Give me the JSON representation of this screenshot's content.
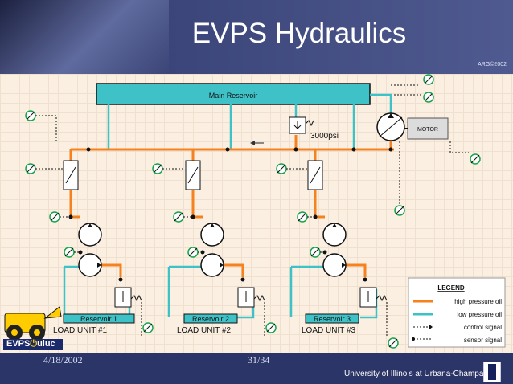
{
  "slide": {
    "title": "EVPS Hydraulics",
    "copyright": "ARG©2002",
    "date": "4/18/2002",
    "page": "31/34",
    "university": "University of Illinois at Urbana-Champaign"
  },
  "diagram": {
    "reservoir_main": "Main Reservoir",
    "relief_pressure": "3000psi",
    "motor": "MOTOR",
    "units": [
      {
        "reservoir": "Reservoir 1",
        "label": "LOAD UNIT #1"
      },
      {
        "reservoir": "Reservoir 2",
        "label": "LOAD UNIT #2"
      },
      {
        "reservoir": "Reservoir 3",
        "label": "LOAD UNIT #3"
      }
    ],
    "legend": {
      "title": "LEGEND",
      "items": [
        {
          "label": "high pressure oil",
          "color": "#f5821f"
        },
        {
          "label": "low pressure oil",
          "color": "#3fc2c7"
        },
        {
          "label": "control signal"
        },
        {
          "label": "sensor signal"
        }
      ]
    }
  },
  "logo": {
    "text": "EVPS",
    "suffix": "uiuc"
  },
  "colors": {
    "high": "#f5821f",
    "low": "#3fc2c7",
    "gauge": "#17a34a",
    "navy": "#2b3567"
  }
}
